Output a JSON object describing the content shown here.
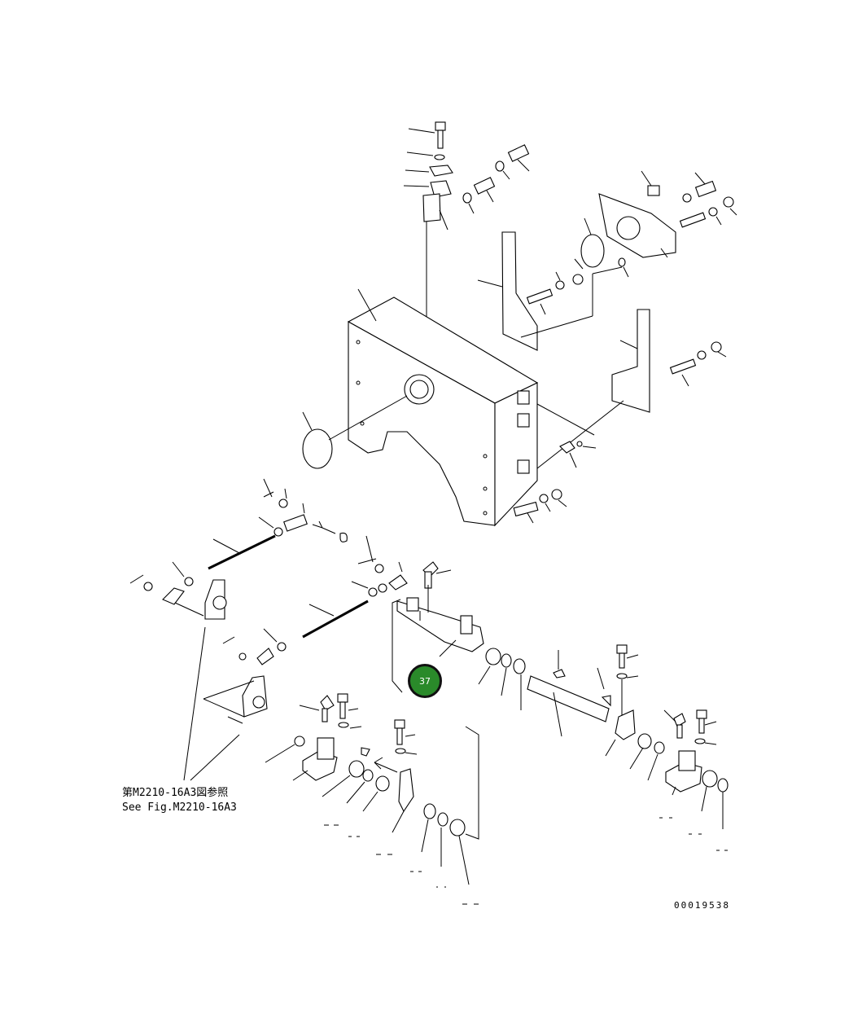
{
  "reference_note": {
    "line_jp": "第M2210-16A3図参照",
    "line_en": "See Fig.M2210-16A3"
  },
  "callout": {
    "label": "37",
    "color": "#2a8a2a"
  },
  "drawing_number": "00019538"
}
